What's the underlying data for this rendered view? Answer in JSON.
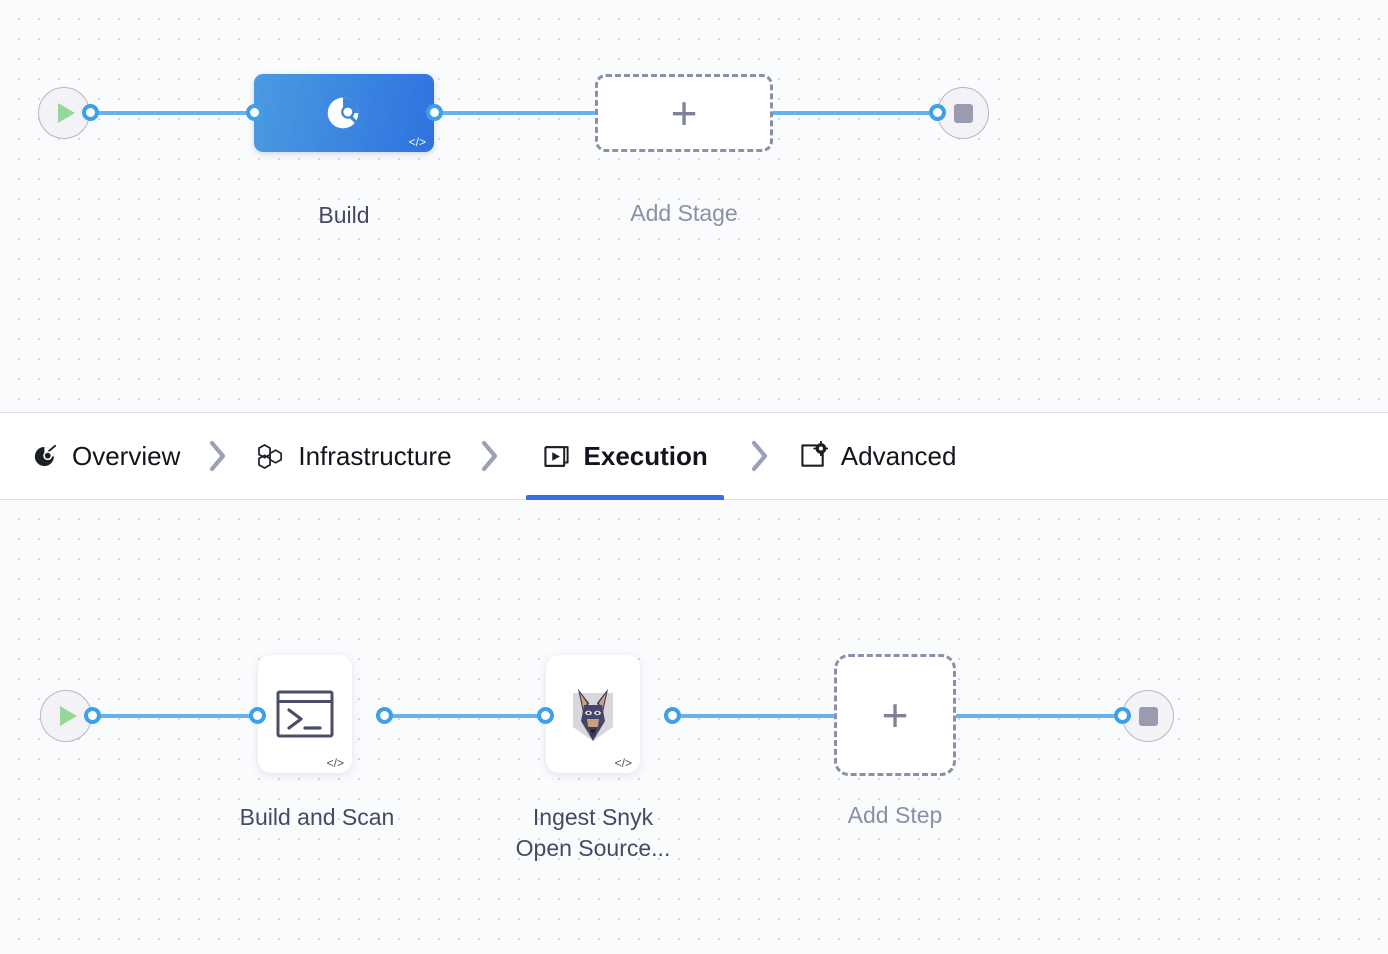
{
  "app": {
    "type": "pipeline-studio-canvas",
    "accent_blue": "#3a6ee8",
    "wire_blue": "#66b3ef",
    "port_blue": "#3fa0e8",
    "node_gradient_from": "#4a9be0",
    "node_gradient_to": "#2f72e0",
    "start_green": "#96d89a",
    "stop_gray": "#9a9ab0",
    "canvas_bg": "#fafbfd",
    "dot_grid_color": "#d4d7e0"
  },
  "stage_canvas": {
    "start_node": {
      "name": "pipeline-start",
      "icon": "play-icon"
    },
    "nodes": [
      {
        "id": "build",
        "label": "Build",
        "icon": "build-donut-icon",
        "selected": true,
        "badge": "</>"
      }
    ],
    "add_node": {
      "label": "Add Stage",
      "icon": "plus-icon"
    },
    "end_node": {
      "name": "pipeline-end",
      "icon": "stop-icon"
    }
  },
  "tabs": {
    "items": [
      {
        "id": "overview",
        "label": "Overview",
        "icon": "overview-donut-icon",
        "active": false
      },
      {
        "id": "infrastructure",
        "label": "Infrastructure",
        "icon": "hexagon-cluster-icon",
        "active": false
      },
      {
        "id": "execution",
        "label": "Execution",
        "icon": "play-square-icon",
        "active": true
      },
      {
        "id": "advanced",
        "label": "Advanced",
        "icon": "gear-panel-icon",
        "active": false
      }
    ],
    "separator_icon": "chevron-right-icon"
  },
  "step_canvas": {
    "start_node": {
      "name": "execution-start",
      "icon": "play-icon"
    },
    "nodes": [
      {
        "id": "build-and-scan",
        "label": "Build and Scan",
        "icon": "terminal-icon",
        "badge": "</>"
      },
      {
        "id": "ingest-snyk-open-source",
        "label": "Ingest Snyk\nOpen Source...",
        "icon": "snyk-doberman-icon",
        "badge": "</>"
      }
    ],
    "add_node": {
      "label": "Add Step",
      "icon": "plus-icon"
    },
    "end_node": {
      "name": "execution-end",
      "icon": "stop-icon"
    }
  }
}
